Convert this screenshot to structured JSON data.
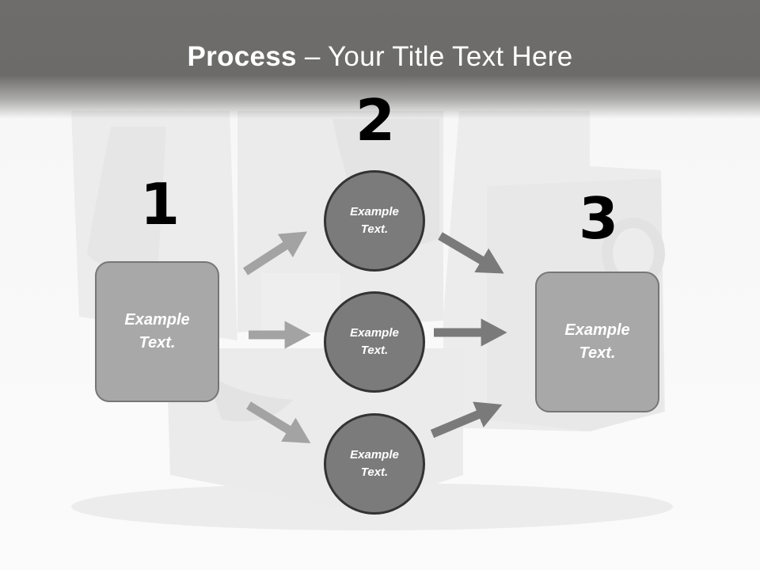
{
  "title": {
    "bold": "Process",
    "rest": " – Your Title Text Here"
  },
  "steps": {
    "one": "1",
    "two": "2",
    "three": "3"
  },
  "left_box": {
    "line1": "Example",
    "line2": "Text."
  },
  "right_box": {
    "line1": "Example",
    "line2": "Text."
  },
  "circles": [
    {
      "line1": "Example",
      "line2": "Text."
    },
    {
      "line1": "Example",
      "line2": "Text."
    },
    {
      "line1": "Example",
      "line2": "Text."
    }
  ],
  "colors": {
    "title_bar": "#6e6d6b",
    "box_fill": "#a8a8a8",
    "circle_fill": "#7b7b7b",
    "arrow_light": "#a3a3a3",
    "arrow_dark": "#7a7a7a"
  }
}
